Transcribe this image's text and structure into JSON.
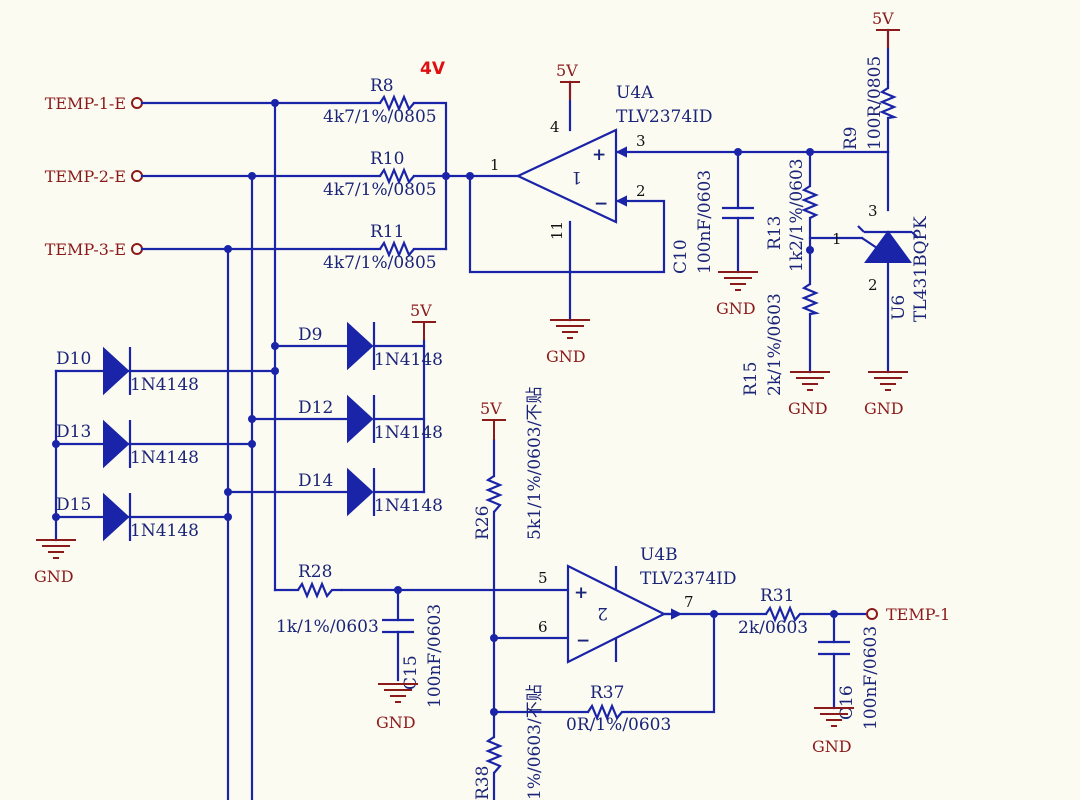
{
  "ports": {
    "temp1e": "TEMP-1-E",
    "temp2e": "TEMP-2-E",
    "temp3e": "TEMP-3-E",
    "temp1": "TEMP-1"
  },
  "annotation_voltage": "4V",
  "power": {
    "vcc": "5V",
    "gnd": "GND"
  },
  "parts": {
    "r8": {
      "ref": "R8",
      "value": "4k7/1%/0805"
    },
    "r10": {
      "ref": "R10",
      "value": "4k7/1%/0805"
    },
    "r11": {
      "ref": "R11",
      "value": "4k7/1%/0805"
    },
    "u4a": {
      "ref": "U4A",
      "value": "TLV2374ID",
      "unit": "1"
    },
    "u4b": {
      "ref": "U4B",
      "value": "TLV2374ID",
      "unit": "2"
    },
    "c10": {
      "ref": "C10",
      "value": "100nF/0603"
    },
    "r13": {
      "ref": "R13",
      "value": "1k2/1%/0603"
    },
    "r15": {
      "ref": "R15",
      "value": "2k/1%/0603"
    },
    "r9": {
      "ref": "R9",
      "value": "100R/0805"
    },
    "u6": {
      "ref": "U6",
      "value": "TL431BQPK"
    },
    "d9": {
      "ref": "D9",
      "value": "1N4148"
    },
    "d10": {
      "ref": "D10",
      "value": "1N4148"
    },
    "d12": {
      "ref": "D12",
      "value": "1N4148"
    },
    "d13": {
      "ref": "D13",
      "value": "1N4148"
    },
    "d14": {
      "ref": "D14",
      "value": "1N4148"
    },
    "d15": {
      "ref": "D15",
      "value": "1N4148"
    },
    "r26": {
      "ref": "R26",
      "value": "5k1/1%/0603/不贴"
    },
    "r28": {
      "ref": "R28",
      "value": "1k/1%/0603"
    },
    "c15": {
      "ref": "C15",
      "value": "100nF/0603"
    },
    "r31": {
      "ref": "R31",
      "value": "2k/0603"
    },
    "c16": {
      "ref": "C16",
      "value": "100nF/0603"
    },
    "r37": {
      "ref": "R37",
      "value": "0R/1%/0603"
    },
    "r38": {
      "ref": "R38",
      "value": "1%/0603/不贴"
    }
  },
  "pins": {
    "u4a_out": "1",
    "u4a_inm": "2",
    "u4a_inp": "3",
    "u4a_vcc": "4",
    "u4a_gnd": "11",
    "u4b_inp": "5",
    "u4b_inm": "6",
    "u4b_out": "7",
    "u6_ref": "1",
    "u6_anode": "2",
    "u6_cathode": "3"
  }
}
